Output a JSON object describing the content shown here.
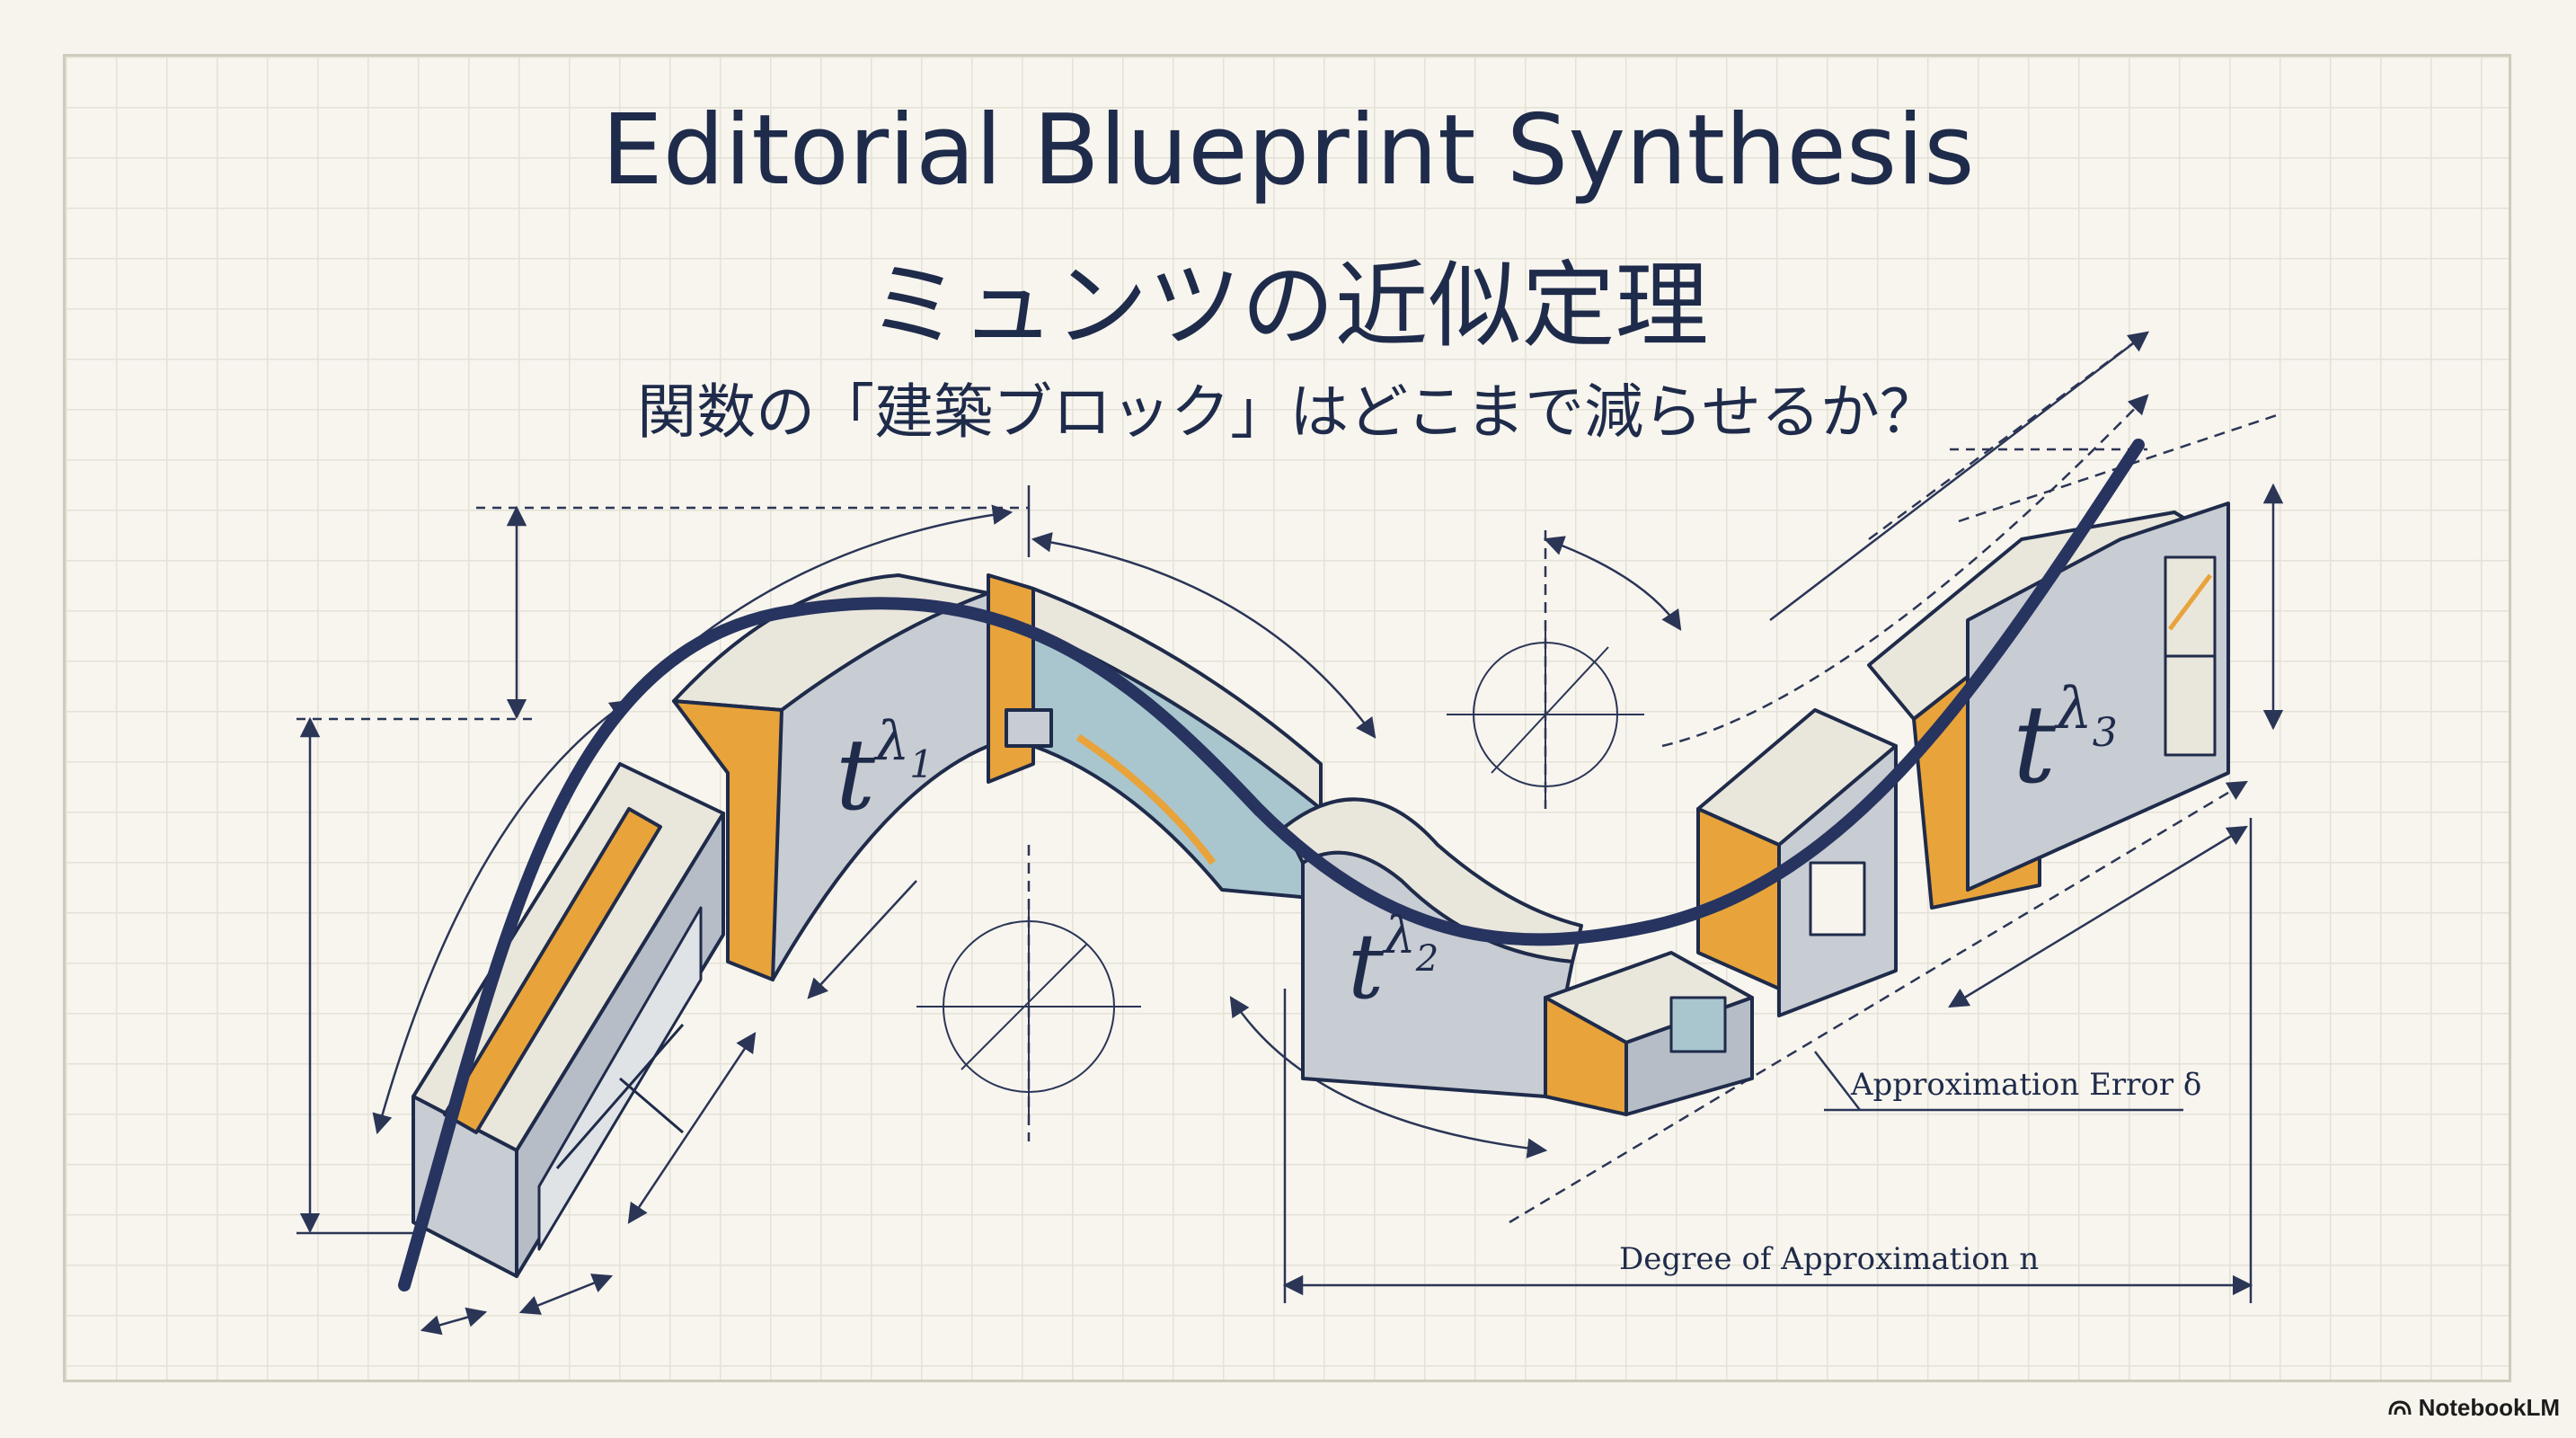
{
  "title": "Editorial Blueprint Synthesis",
  "title_jp": "ミュンツの近似定理",
  "subtitle": "関数の「建築ブロック」はどこまで減らせるか？",
  "blocks": {
    "block1_label_base": "t",
    "block1_label_exp": "λ",
    "block1_label_sub": "1",
    "block2_label_base": "t",
    "block2_label_exp": "λ",
    "block2_label_sub": "2",
    "block3_label_base": "t",
    "block3_label_exp": "λ",
    "block3_label_sub": "3"
  },
  "annotations": {
    "error_label": "Approximation Error δ",
    "degree_label": "Degree of Approximation n"
  },
  "brand": {
    "name": "NotebookLM",
    "icon": "notebooklm-logo-icon"
  },
  "colors": {
    "ink": "#1f2b4a",
    "curve": "#27345f",
    "block_face": "#c8ccd3",
    "block_edge": "#e8a33a",
    "glass": "#a9c6cf"
  }
}
